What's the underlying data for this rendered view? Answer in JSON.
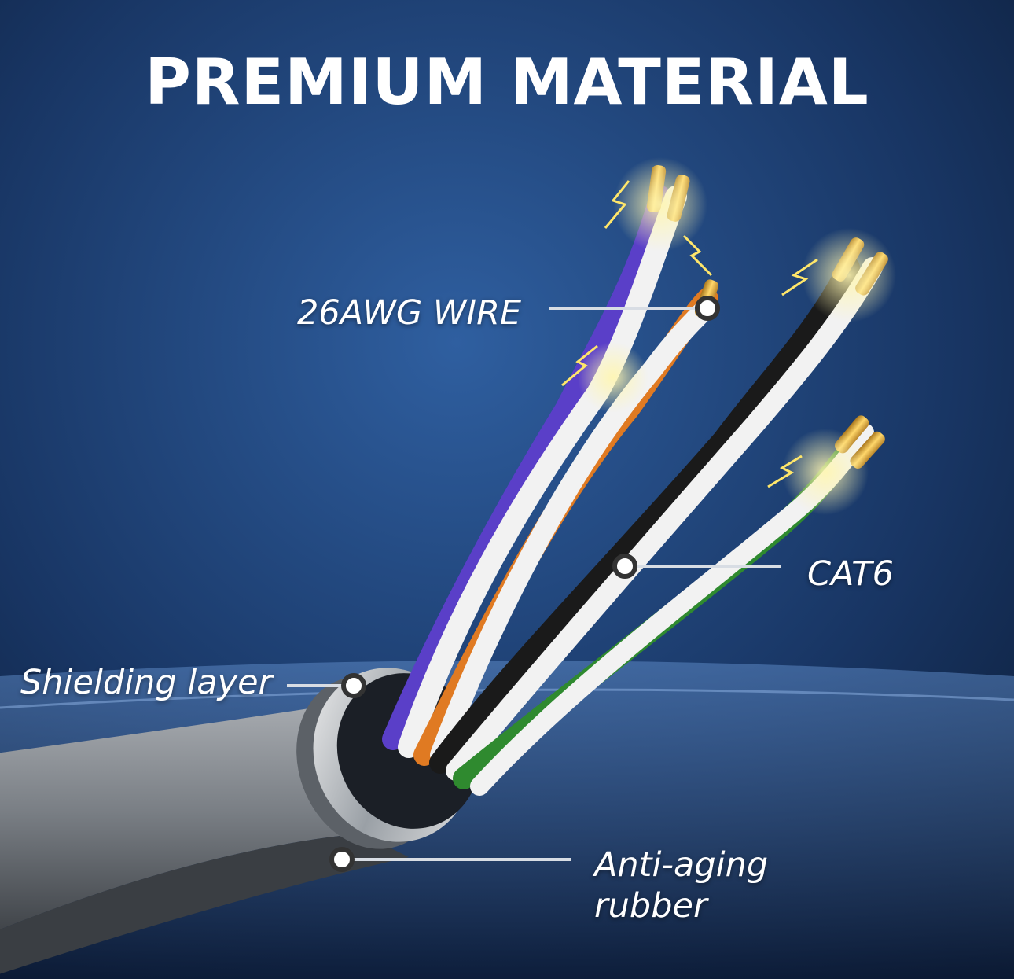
{
  "title": "PREMIUM MATERIAL",
  "callouts": {
    "wire": "26AWG WIRE",
    "cat6": "CAT6",
    "shielding": "Shielding layer",
    "rubber_line1": "Anti-aging",
    "rubber_line2": "rubber"
  },
  "colors": {
    "background": "#0d1a33",
    "jacket": "#7a7f85",
    "wire_white": "#f2f2f2",
    "wire_orange": "#e07a22",
    "wire_purple": "#5a3fc8",
    "wire_green": "#2f8a2f",
    "wire_black": "#1a1a1a",
    "conductor_gold": "#e8b43a",
    "spark": "#ffe66a"
  }
}
